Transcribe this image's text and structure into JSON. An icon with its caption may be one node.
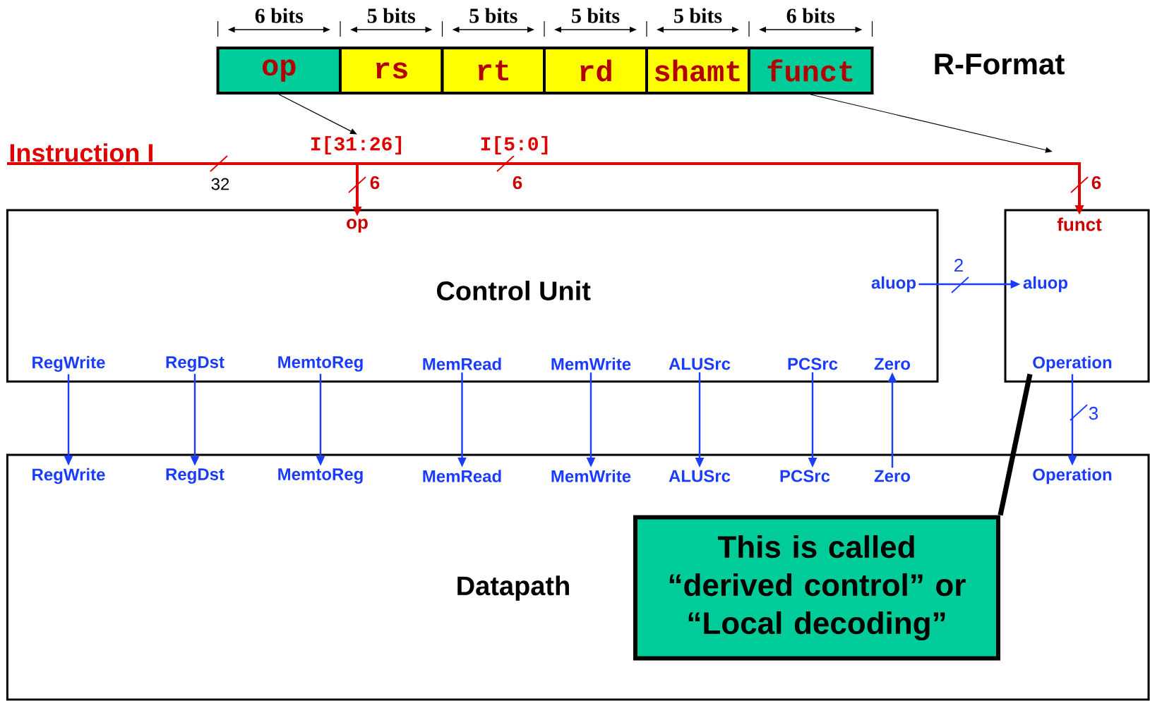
{
  "diagram": {
    "nodes": [
      {
        "text": [
          "op"
        ]
      },
      {
        "text": [
          "rs"
        ]
      },
      {
        "text": [
          "rt"
        ]
      },
      {
        "text": [
          "rd"
        ]
      },
      {
        "text": [
          "shamt"
        ]
      },
      {
        "text": [
          "funct"
        ]
      },
      {
        "text": [
          "Instruction I"
        ]
      },
      {
        "text": [
          "I[31:26]"
        ]
      },
      {
        "text": [
          "Control Unit"
        ]
      },
      {
        "text": [
          "op"
        ],
        "in": 8
      },
      {
        "text": [
          "aluop"
        ],
        "in": 8
      },
      {
        "text": [
          "RegWrite"
        ],
        "in": 8
      },
      {
        "text": [
          "RegDst"
        ],
        "in": 8
      },
      {
        "text": [
          "MemtoReg"
        ],
        "in": 8
      },
      {
        "text": [
          "MemRead"
        ],
        "in": 8
      },
      {
        "text": [
          "MemWrite"
        ],
        "in": 8
      },
      {
        "text": [
          "ALUSrc"
        ],
        "in": 8
      },
      {
        "text": [
          "PCSrc"
        ],
        "in": 8
      },
      {
        "text": [
          "Zero"
        ],
        "in": 8
      },
      {
        "text": [],
        "shape": "box"
      },
      {
        "text": [
          "funct"
        ],
        "in": 19
      },
      {
        "text": [
          "aluop"
        ],
        "in": 19
      },
      {
        "text": [
          "Operation"
        ],
        "in": 19
      },
      {
        "text": [
          "Datapath"
        ]
      },
      {
        "text": [
          "RegWrite"
        ],
        "in": 23
      },
      {
        "text": [
          "RegDst"
        ],
        "in": 23
      },
      {
        "text": [
          "MemtoReg"
        ],
        "in": 23
      },
      {
        "text": [
          "MemRead"
        ],
        "in": 23
      },
      {
        "text": [
          "MemWrite"
        ],
        "in": 23
      },
      {
        "text": [
          "ALUSrc"
        ],
        "in": 23
      },
      {
        "text": [
          "PCSrc"
        ],
        "in": 23
      },
      {
        "text": [
          "Zero"
        ],
        "in": 23
      },
      {
        "text": [
          "Operation"
        ],
        "in": 23
      },
      {
        "text": [
          "This is called “derived control” or “Local decoding”"
        ],
        "in": 23
      }
    ],
    "edges": [
      {
        "from": 6,
        "to": 9,
        "arrow": "to",
        "color": "#e00000"
      },
      {
        "from": 6,
        "to": 20,
        "arrow": "to",
        "color": "#e00000",
        "label": "I[5:0]"
      },
      {
        "from": 0,
        "to": 7,
        "arrow": "to",
        "color": "#000000"
      },
      {
        "from": 5,
        "to": null,
        "arrow": "to",
        "color": "#000000"
      },
      {
        "from": 10,
        "to": 21,
        "arrow": "to"
      },
      {
        "from": 11,
        "to": 24,
        "arrow": "to"
      },
      {
        "from": 12,
        "to": 25,
        "arrow": "to"
      },
      {
        "from": 13,
        "to": 26,
        "arrow": "to"
      },
      {
        "from": 14,
        "to": 27,
        "arrow": "to"
      },
      {
        "from": 15,
        "to": 28,
        "arrow": "to"
      },
      {
        "from": 16,
        "to": 29,
        "arrow": "to"
      },
      {
        "from": 17,
        "to": 30,
        "arrow": "to"
      },
      {
        "from": 31,
        "to": 18,
        "arrow": "to"
      },
      {
        "from": 22,
        "to": 32,
        "arrow": "to"
      },
      {
        "from": 33,
        "to": 22,
        "arrow": "none",
        "style": "thick",
        "color": "#000000"
      }
    ],
    "labels": [
      "6 bits",
      "5 bits",
      "5 bits",
      "5 bits",
      "5 bits",
      "6 bits",
      "R-Format",
      "32",
      "6",
      "6",
      "6",
      "2",
      "3"
    ]
  }
}
